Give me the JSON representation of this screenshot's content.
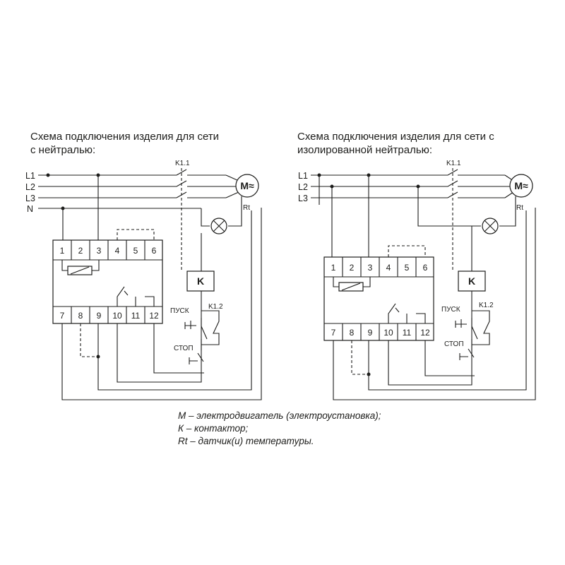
{
  "left": {
    "title_line1": "Схема подключения изделия для сети",
    "title_line2": "с нейтралью:",
    "phase_labels": [
      "L1",
      "L2",
      "L3",
      "N"
    ],
    "contact_main": "K1.1",
    "motor_symbol": "M≈",
    "sensor_label": "Rt",
    "contactor_label": "K",
    "contact_aux": "K1.2",
    "start_label": "ПУСК",
    "stop_label": "СТОП",
    "top_terminals": [
      "1",
      "2",
      "3",
      "4",
      "5",
      "6"
    ],
    "bottom_terminals": [
      "7",
      "8",
      "9",
      "10",
      "11",
      "12"
    ]
  },
  "right": {
    "title_line1": "Схема подключения изделия для сети с",
    "title_line2": "изолированной нейтралью:",
    "phase_labels": [
      "L1",
      "L2",
      "L3"
    ],
    "contact_main": "K1.1",
    "motor_symbol": "M≈",
    "sensor_label": "Rt",
    "contactor_label": "K",
    "contact_aux": "K1.2",
    "start_label": "ПУСК",
    "stop_label": "СТОП",
    "top_terminals": [
      "1",
      "2",
      "3",
      "4",
      "5",
      "6"
    ],
    "bottom_terminals": [
      "7",
      "8",
      "9",
      "10",
      "11",
      "12"
    ]
  },
  "legend": {
    "line1": "М – электродвигатель (электроустановка);",
    "line2": "К – контактор;",
    "line3": "Rt – датчик(и) температуры."
  }
}
